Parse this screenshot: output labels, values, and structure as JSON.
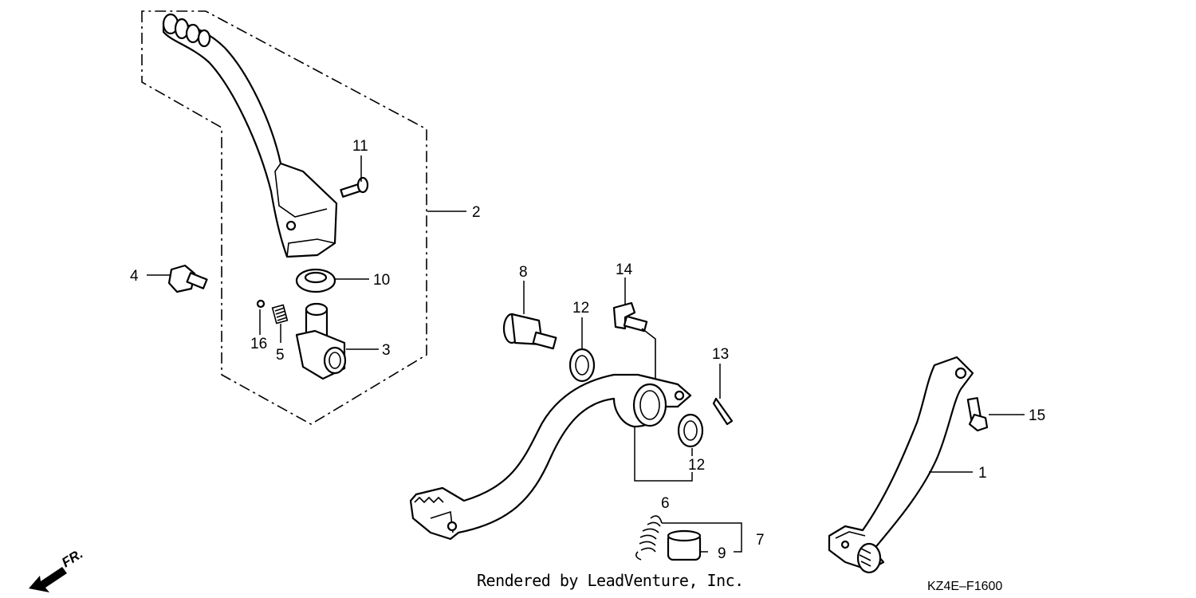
{
  "callouts": {
    "c1": "1",
    "c2": "2",
    "c3": "3",
    "c4": "4",
    "c5": "5",
    "c6": "6",
    "c7": "7",
    "c8": "8",
    "c9": "9",
    "c10": "10",
    "c11": "11",
    "c12a": "12",
    "c12b": "12",
    "c13": "13",
    "c14": "14",
    "c15": "15",
    "c16": "16"
  },
  "direction_label": "FR.",
  "credit": "Rendered by LeadVenture, Inc.",
  "diagram_code": "KZ4E–F1600"
}
